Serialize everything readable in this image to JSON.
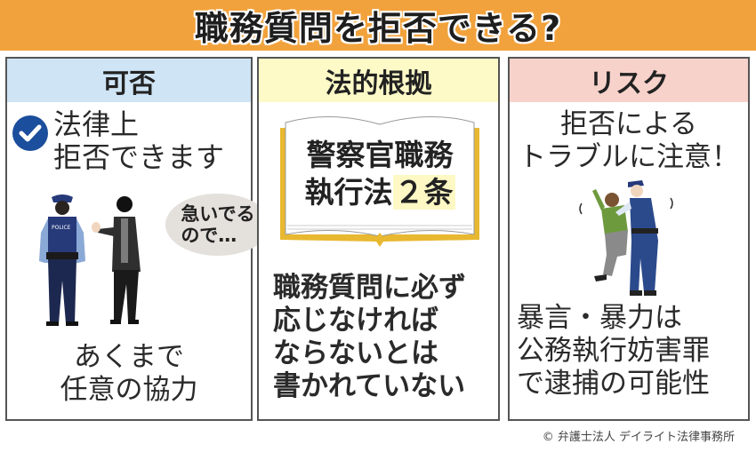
{
  "banner": {
    "title": "職務質問を拒否できる?"
  },
  "panels": [
    {
      "heading": "可否",
      "headline_line1": "法律上",
      "headline_line2": "拒否できます",
      "check_icon": "check-circle-icon",
      "speech_line1": "急いでる",
      "speech_line2": "ので…",
      "illustration": "police-officer-and-man-declining",
      "footer_line1": "あくまで",
      "footer_line2": "任意の協力",
      "header_color": "#cfe4f5"
    },
    {
      "heading": "法的根拠",
      "book_line1": "警察官職務",
      "book_line2_prefix": "執行法",
      "book_line2_highlight": "２条",
      "illustration": "open-book",
      "body_line1": "職務質問に必ず",
      "body_line2": "応じなければ",
      "body_line3": "ならないとは",
      "body_line4": "書かれていない",
      "header_color": "#fdfac7"
    },
    {
      "heading": "リスク",
      "top_line1": "拒否による",
      "top_line2": "トラブルに注意！",
      "illustration": "officer-restraining-man",
      "bottom_line1": "暴言・暴力は",
      "bottom_line2": "公務執行妨害罪",
      "bottom_line3": "で逮捕の可能性",
      "header_color": "#f7d2cb"
    }
  ],
  "credit": "© 弁護士法人 デイライト法律事務所",
  "colors": {
    "banner": "#f2a23c",
    "check": "#1b4e9c",
    "book_edge": "#e8b830"
  }
}
